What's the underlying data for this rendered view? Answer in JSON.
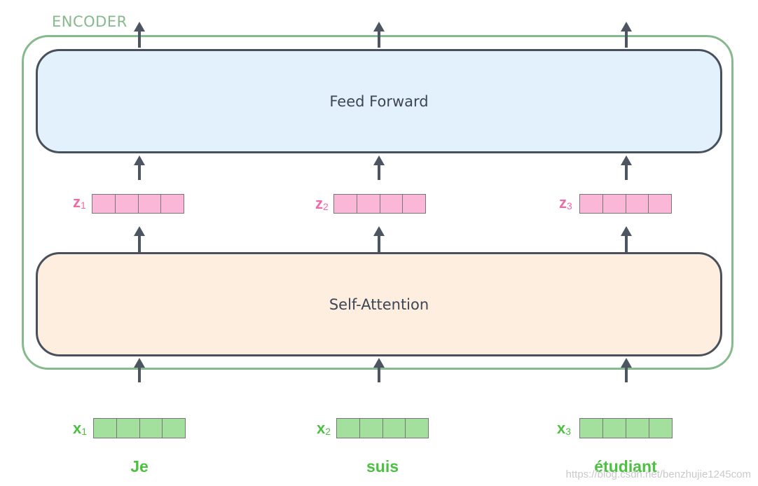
{
  "encoder": {
    "label": "ENCODER"
  },
  "feed_forward": {
    "label": "Feed Forward"
  },
  "self_attention": {
    "label": "Self-Attention"
  },
  "z_vectors": [
    {
      "label": "z",
      "index": "1"
    },
    {
      "label": "z",
      "index": "2"
    },
    {
      "label": "z",
      "index": "3"
    }
  ],
  "x_vectors": [
    {
      "label": "x",
      "index": "1"
    },
    {
      "label": "x",
      "index": "2"
    },
    {
      "label": "x",
      "index": "3"
    }
  ],
  "words": [
    "Je",
    "suis",
    "étudiant"
  ],
  "watermark": "https://blog.csdn.net/benzhujie1245com",
  "colors": {
    "encoder_border": "#86b98e",
    "feed_forward_fill": "#e3f1fd",
    "self_attention_fill": "#fdeedf",
    "z_cell": "#fbb7d8",
    "x_cell": "#a3e09d",
    "z_text": "#ef6aa9",
    "x_text": "#4cc041"
  }
}
